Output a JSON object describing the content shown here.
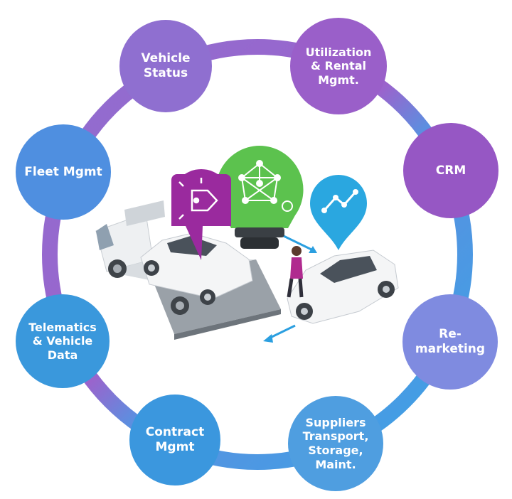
{
  "nodes": [
    {
      "label": "Vehicle\nStatus",
      "color": "#8f6fd0"
    },
    {
      "label": "Utilization\n& Rental\nMgmt.",
      "color": "#9a5fc9"
    },
    {
      "label": "CRM",
      "color": "#9657c4"
    },
    {
      "label": "Re-\nmarketing",
      "color": "#7f8be0"
    },
    {
      "label": "Suppliers\nTransport,\nStorage,\nMaint.",
      "color": "#4f9ee0"
    },
    {
      "label": "Contract\nMgmt",
      "color": "#3b97de"
    },
    {
      "label": "Telematics\n& Vehicle\nData",
      "color": "#3a98dc"
    },
    {
      "label": "Fleet Mgmt",
      "color": "#4f8fe0"
    }
  ],
  "colors": {
    "ring_purple": "#9b63cc",
    "ring_blue": "#3aa3e6",
    "pin_tag": "#9a2a9e",
    "pin_network": "#5cc24e",
    "pin_chart": "#2aa7e0",
    "arrow": "#2b9fe0"
  },
  "icons": [
    "tag-icon",
    "network-icon",
    "line-chart-icon"
  ]
}
